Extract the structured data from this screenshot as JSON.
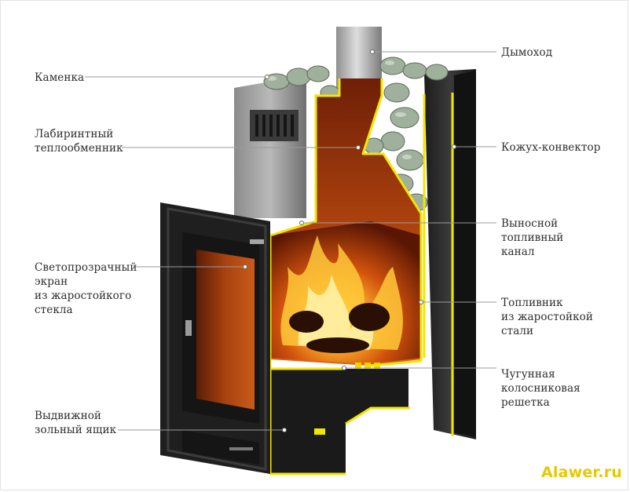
{
  "labels": {
    "kamenka": "Каменка",
    "labirint": "Лабиринтный\nтеплообменник",
    "svetoprozrachny": "Светопрозрачный\nэкран\nиз жаростойкого\nстекла",
    "vydvizhnoy": "Выдвижной\nзольный ящик",
    "dymokhod": "Дымоход",
    "kozhukh": "Кожух-конвектор",
    "vynosnoy": "Выносной\nтопливный\nканал",
    "toplivnik": "Топливник\nиз жаростойкой\nстали",
    "chugunnaya": "Чугунная\nколосниковая\nрешетка"
  },
  "watermark": "Alawer.ru",
  "colors": {
    "accent": "#f2e600",
    "leader": "#9a9a9a",
    "steel": "#2c2c2c",
    "fire": "#e07a14"
  }
}
